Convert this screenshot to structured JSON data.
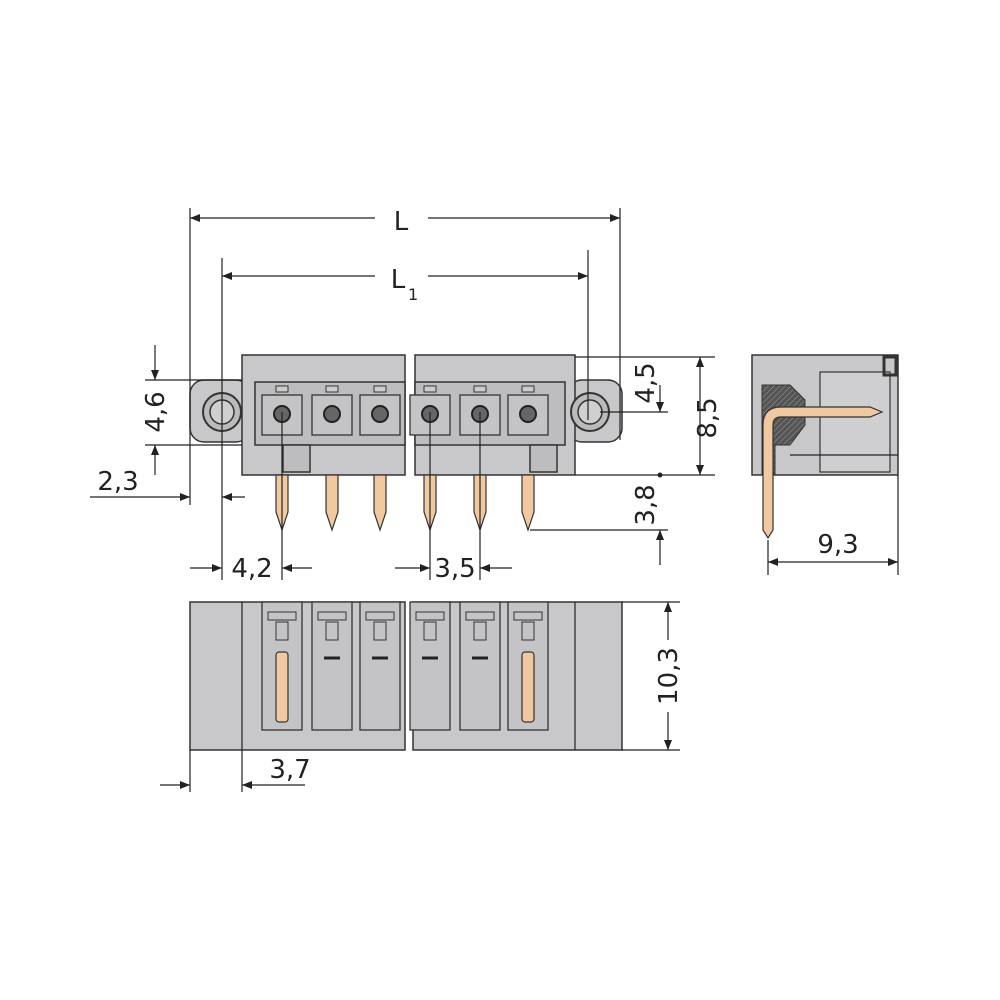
{
  "colors": {
    "housing": "#c8c8ca",
    "pin": "#f1c9a0",
    "line": "#222222"
  },
  "dimensions": {
    "L": "L",
    "L1_main": "L",
    "L1_sub": "1",
    "d_4_6": "4,6",
    "d_2_3": "2,3",
    "d_4_5": "4,5",
    "d_8_5": "8,5",
    "d_3_8": "3,8",
    "d_4_2": "4,2",
    "d_3_5": "3,5",
    "d_9_3": "9,3",
    "d_10_3": "10,3",
    "d_3_7": "3,7"
  }
}
